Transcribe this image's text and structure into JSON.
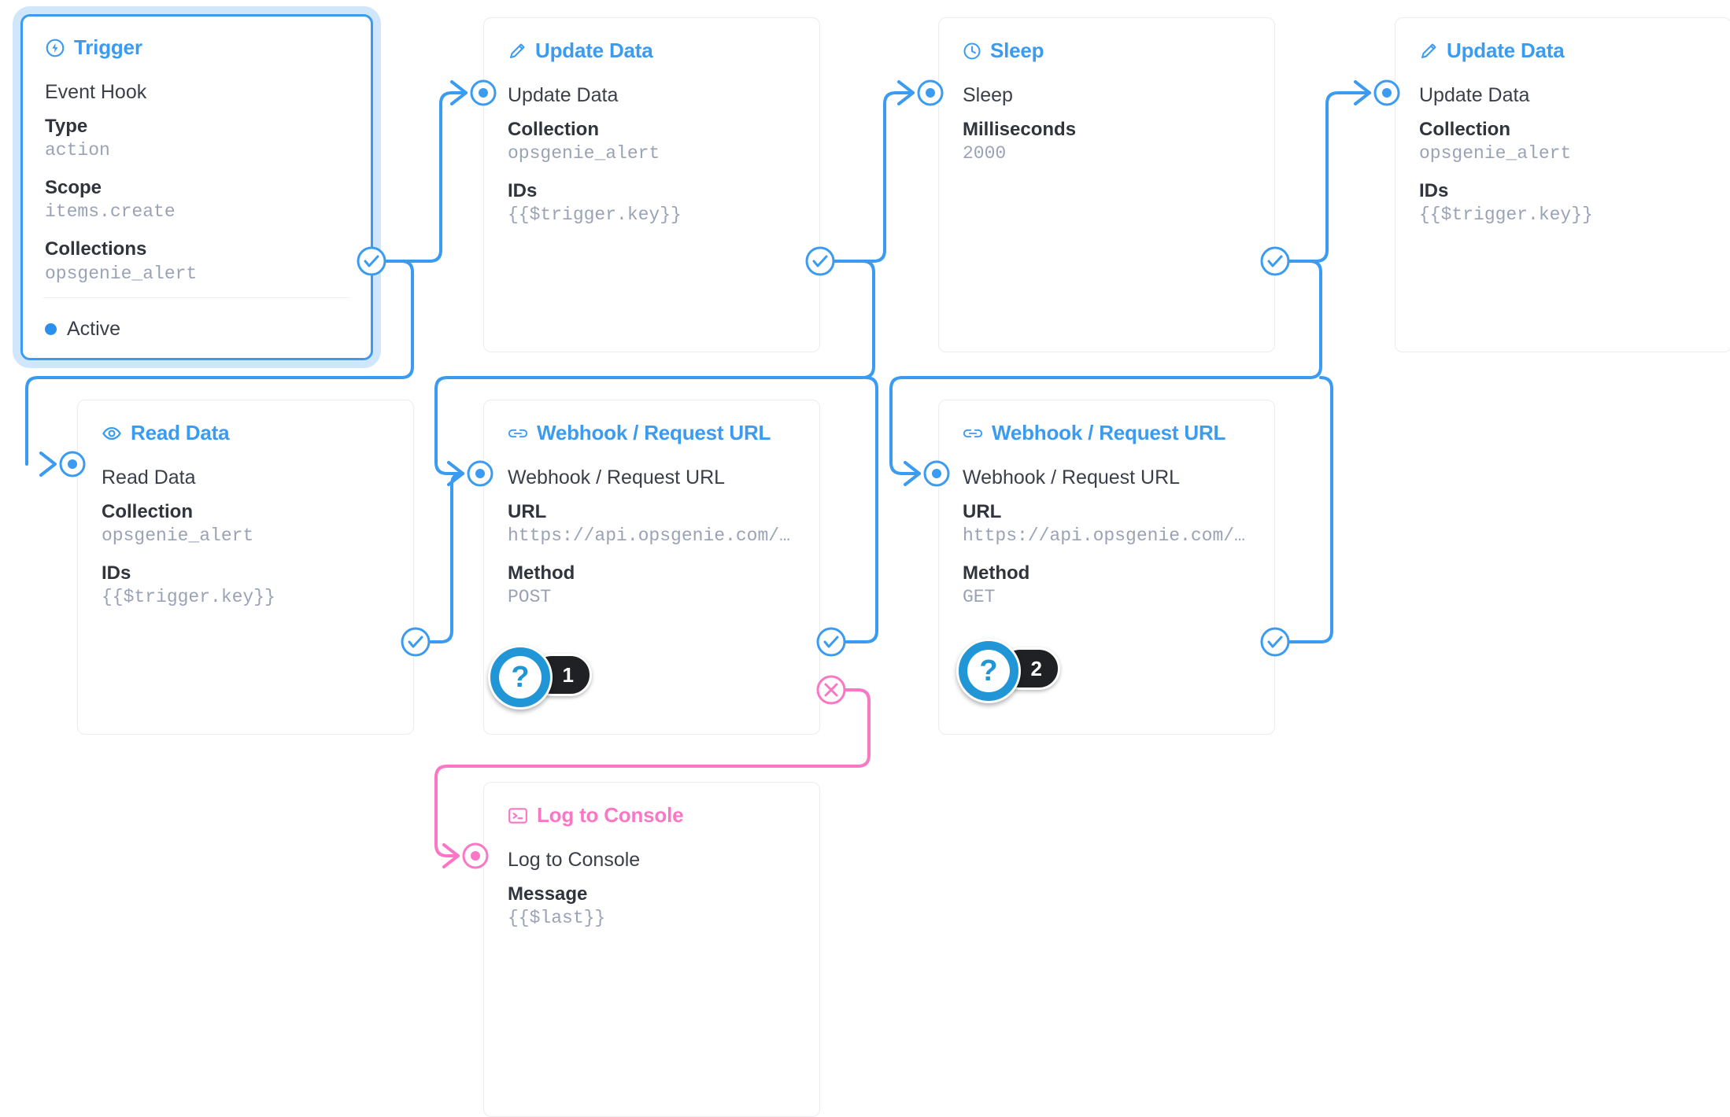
{
  "app": {
    "name": "flow-builder-canvas"
  },
  "colors": {
    "accent": "#3b9bf0",
    "wire": "#3b9bf0",
    "error_wire": "#f977c4",
    "error_title": "#f977c4",
    "value_text": "#9aa3b5",
    "label_text": "#2f343d",
    "badge_ring": "#2196d6",
    "badge_pill": "#1f2124",
    "status_dot": "#2b8fed",
    "selected_glow": "#cfe6fb"
  },
  "nodes": [
    {
      "id": "trigger",
      "icon": "bolt-circle-icon",
      "title": "Trigger",
      "selected": true,
      "main": "Event Hook",
      "fields": [
        {
          "label": "Type",
          "value": "action"
        },
        {
          "label": "Scope",
          "value": "items.create"
        },
        {
          "label": "Collections",
          "value": "opsgenie_alert"
        }
      ],
      "status": "Active"
    },
    {
      "id": "update-data-1",
      "icon": "pencil-icon",
      "title": "Update Data",
      "main": "Update Data",
      "fields": [
        {
          "label": "Collection",
          "value": "opsgenie_alert"
        },
        {
          "label": "IDs",
          "value": "{{$trigger.key}}"
        }
      ]
    },
    {
      "id": "sleep",
      "icon": "clock-icon",
      "title": "Sleep",
      "main": "Sleep",
      "fields": [
        {
          "label": "Milliseconds",
          "value": "2000"
        }
      ]
    },
    {
      "id": "update-data-2",
      "icon": "pencil-icon",
      "title": "Update Data",
      "main": "Update Data",
      "fields": [
        {
          "label": "Collection",
          "value": "opsgenie_alert"
        },
        {
          "label": "IDs",
          "value": "{{$trigger.key}}"
        }
      ]
    },
    {
      "id": "read-data",
      "icon": "eye-icon",
      "title": "Read Data",
      "main": "Read Data",
      "fields": [
        {
          "label": "Collection",
          "value": "opsgenie_alert"
        },
        {
          "label": "IDs",
          "value": "{{$trigger.key}}"
        }
      ]
    },
    {
      "id": "webhook-1",
      "icon": "link-icon",
      "title": "Webhook / Request URL",
      "main": "Webhook / Request URL",
      "fields": [
        {
          "label": "URL",
          "value": "https://api.opsgenie.com/v…"
        },
        {
          "label": "Method",
          "value": "POST"
        }
      ],
      "badge": {
        "symbol": "?",
        "count": "1"
      }
    },
    {
      "id": "webhook-2",
      "icon": "link-icon",
      "title": "Webhook / Request URL",
      "main": "Webhook / Request URL",
      "fields": [
        {
          "label": "URL",
          "value": "https://api.opsgenie.com/v…"
        },
        {
          "label": "Method",
          "value": "GET"
        }
      ],
      "badge": {
        "symbol": "?",
        "count": "2"
      }
    },
    {
      "id": "log-to-console",
      "icon": "terminal-icon",
      "title": "Log to Console",
      "error_style": true,
      "main": "Log to Console",
      "fields": [
        {
          "label": "Message",
          "value": "{{$last}}"
        }
      ]
    }
  ]
}
